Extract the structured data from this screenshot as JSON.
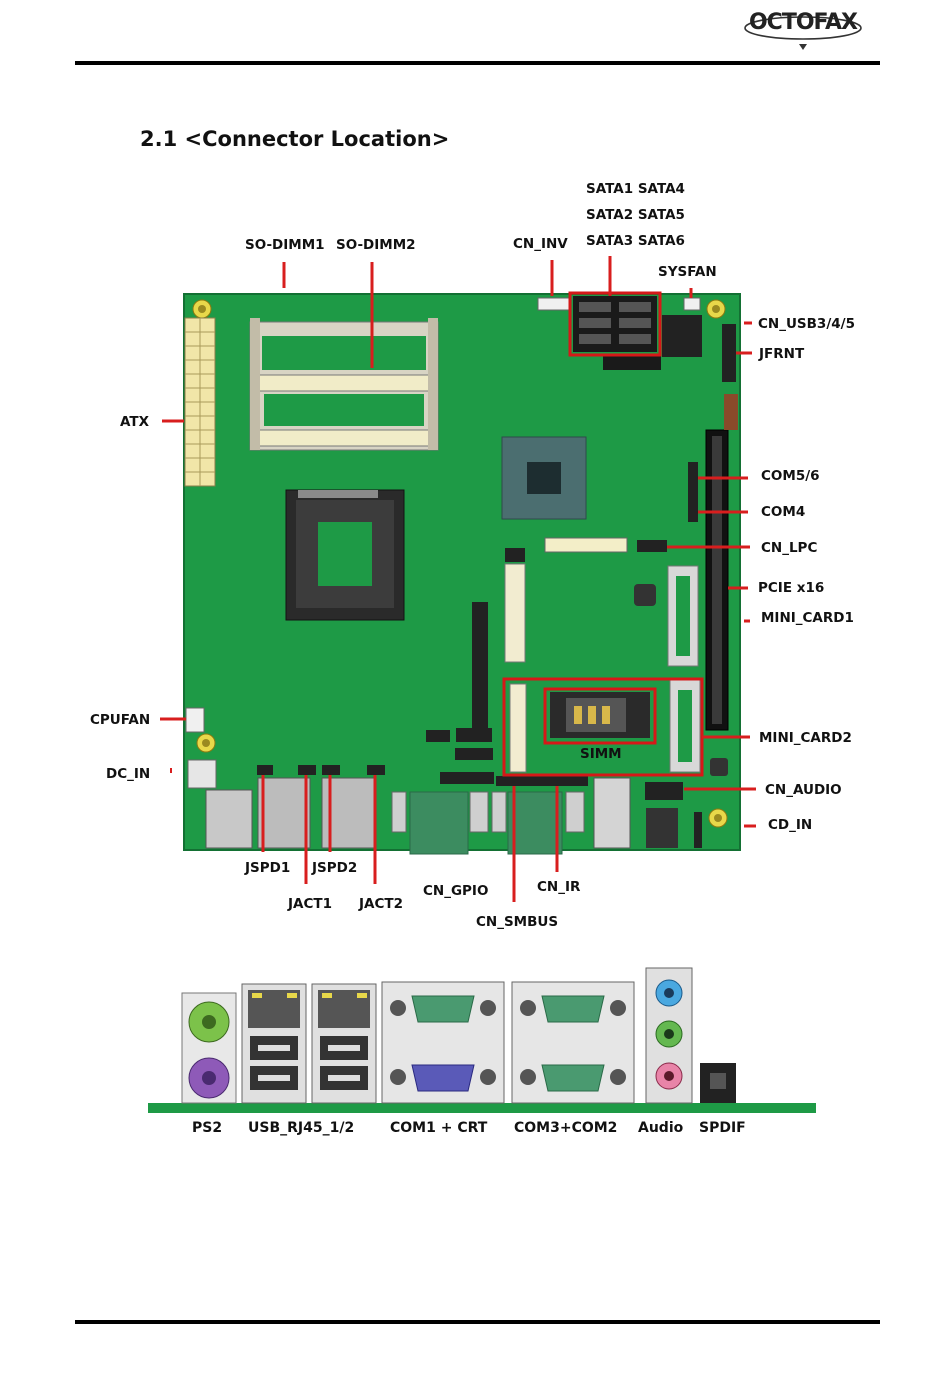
{
  "header": {
    "logo_text": "OCTOFAX"
  },
  "section": {
    "title": "2.1 <Connector Location>"
  },
  "labels": {
    "sata_row1": "SATA1 SATA4",
    "sata_row2": "SATA2 SATA5",
    "sata_row3": "SATA3 SATA6",
    "so_dimm1": "SO-DIMM1",
    "so_dimm2": "SO-DIMM2",
    "cn_inv": "CN_INV",
    "sysfan": "SYSFAN",
    "cn_usb345": "CN_USB3/4/5",
    "jfrnt": "JFRNT",
    "atx": "ATX",
    "com56": "COM5/6",
    "com4": "COM4",
    "cn_lpc": "CN_LPC",
    "pcie_x16": "PCIE x16",
    "mini_card1": "MINI_CARD1",
    "mini_card2": "MINI_CARD2",
    "simm": "SIMM",
    "cpufan": "CPUFAN",
    "dc_in": "DC_IN",
    "cn_audio": "CN_AUDIO",
    "cd_in": "CD_IN",
    "jspd1": "JSPD1",
    "jspd2": "JSPD2",
    "jact1": "JACT1",
    "jact2": "JACT2",
    "cn_gpio": "CN_GPIO",
    "cn_ir": "CN_IR",
    "cn_smbus": "CN_SMBUS"
  },
  "rear_io": {
    "ps2": "PS2",
    "usb_rj45": "USB_RJ45_1/2",
    "com1_crt": "COM1 + CRT",
    "com3_com2": "COM3+COM2",
    "audio": "Audio",
    "spdif": "SPDIF"
  },
  "colors": {
    "board_green": "#1e9a46",
    "leader_red": "#d81e1e",
    "highlight_red": "#d61818",
    "ps2_green": "#7cc24a",
    "ps2_purple": "#8e5ab8",
    "audio_blue": "#4aa8e0",
    "audio_green": "#64b850",
    "audio_pink": "#e884a8"
  }
}
